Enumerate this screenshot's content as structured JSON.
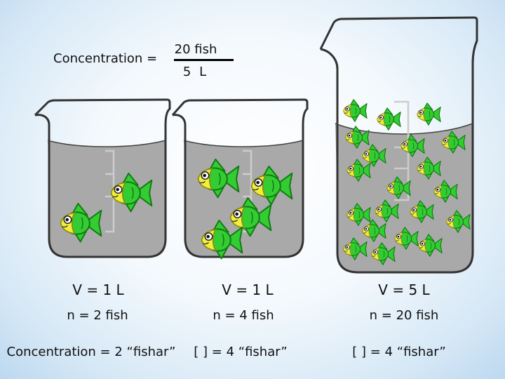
{
  "formula": {
    "lhs": "Concentration =",
    "numerator": "20 fish",
    "denominator": "5 L"
  },
  "beakers": [
    {
      "volume_label": "V = 1 L",
      "count_label": "n = 2 fish",
      "concentration_label": "Concentration = 2 “fishar”"
    },
    {
      "volume_label": "V = 1 L",
      "count_label": "n = 4 fish",
      "concentration_label": "[  ] = 4 “fishar”"
    },
    {
      "volume_label": "V = 5 L",
      "count_label": "n = 20 fish",
      "concentration_label": "[  ] = 4 “fishar”"
    }
  ],
  "colors": {
    "water": "#a9a9a9",
    "fish_body": "#33cc33",
    "fish_face": "#f2ee3a"
  }
}
